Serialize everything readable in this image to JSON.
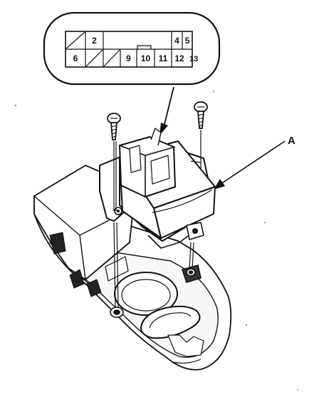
{
  "callout": {
    "label": "A"
  },
  "connector": {
    "top_row": [
      "",
      "2",
      "",
      "",
      "",
      "",
      "4",
      "5"
    ],
    "bottom_row": [
      "6",
      "",
      "",
      "9",
      "10",
      "11",
      "12",
      "13"
    ],
    "crossed_cells": [
      "top-1",
      "bottom-2",
      "bottom-3"
    ]
  }
}
